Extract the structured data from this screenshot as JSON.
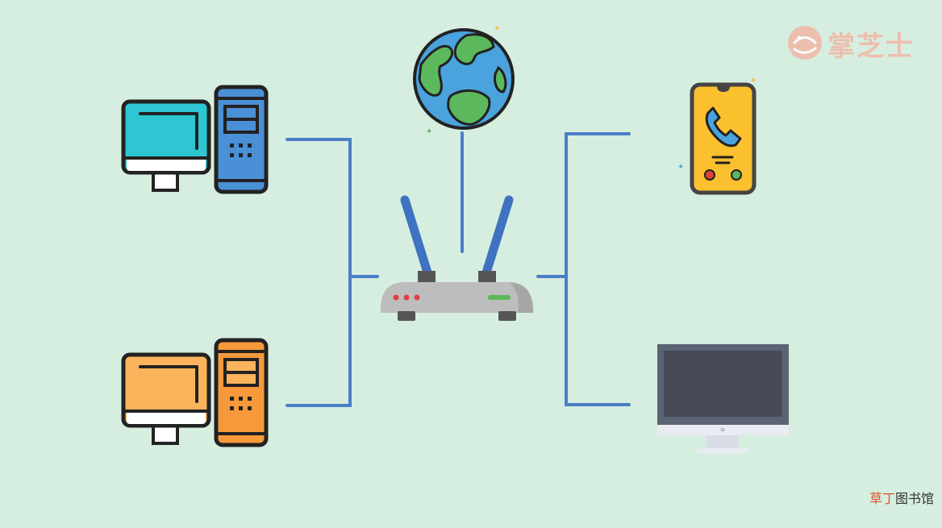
{
  "logo": {
    "icon": "brand-logo-icon",
    "text": "掌芝士",
    "color": "#f2b6a6"
  },
  "watermark": {
    "part1": "草丁",
    "part2": "图书馆",
    "part1_color": "#e0542b",
    "part2_color": "#333333"
  },
  "colors": {
    "background": "#d6eedf",
    "connector": "#4a7fc8"
  },
  "nodes": [
    {
      "name": "globe-icon",
      "role": "internet"
    },
    {
      "name": "router-icon",
      "role": "router"
    },
    {
      "name": "desktop-computer-teal-icon",
      "role": "client"
    },
    {
      "name": "desktop-computer-orange-icon",
      "role": "client"
    },
    {
      "name": "smartphone-icon",
      "role": "client"
    },
    {
      "name": "monitor-icon",
      "role": "client"
    }
  ]
}
